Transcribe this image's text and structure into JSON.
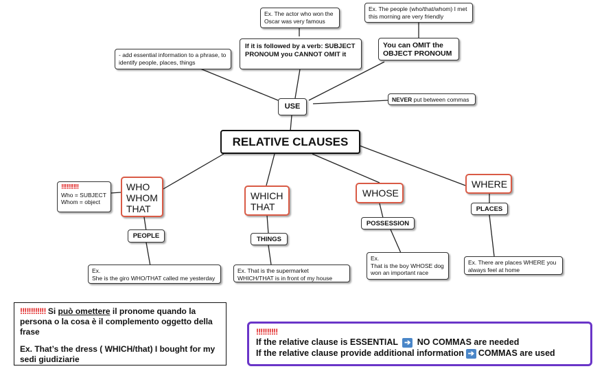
{
  "center": {
    "title": "RELATIVE CLAUSES"
  },
  "use": {
    "label": "USE",
    "essential_note": "- add essential information to a phrase, to identify people, places, things",
    "subject_rule": "If it is followed by a verb: SUBJECT PRONOUM you CANNOT OMIT it",
    "subject_example": "Ex. The actor who won the Oscar was very famous",
    "object_rule": "You can OMIT the OBJECT PRONOUM",
    "object_example": "Ex. The people (who/that/whom) I met this morning are very friendly",
    "never_bold": "NEVER",
    "never_rest": " put between commas"
  },
  "who": {
    "label": "WHO WHOM THAT",
    "marks": "‼‼‼‼‼",
    "note_line1": "Who = SUBJECT",
    "note_line2": "Whom = object",
    "category": "PEOPLE",
    "example_line1": "Ex.",
    "example_line2": "She is the giro WHO/THAT called me yesterday"
  },
  "which": {
    "label": "WHICH THAT",
    "category": "THINGS",
    "example": "Ex. That is the supermarket WHICH/THAT is in front of my house"
  },
  "whose": {
    "label": "WHOSE",
    "category": "POSSESSION",
    "example_line1": "Ex.",
    "example_line2": "That is the boy WHOSE dog won an important race"
  },
  "where": {
    "label": "WHERE",
    "category": "PLACES",
    "example": "Ex.  There are places WHERE you always feel at home"
  },
  "italian_note": {
    "marks": "‼‼‼‼‼‼",
    "text_before": " Si ",
    "text_underlined": "può omettere",
    "text_after": " il pronome quando la persona o la cosa è il complemento oggetto della frase",
    "example": "Ex. That’s the dress (  WHICH/that) I bought for my sedi giudiziarie"
  },
  "commas_note": {
    "marks": "‼‼‼‼‼",
    "line1_before": "If the relative clause is ESSENTIAL ",
    "line1_after": " NO COMMAS are needed",
    "line2_before": "If the relative clause provide additional information",
    "line2_after": "COMMAS are used",
    "arrow_icon": "right-arrow-icon",
    "border_color": "#6a35c8"
  },
  "colors": {
    "relative_border": "#d95a45",
    "marks": "#e02020",
    "arrow": "#4a86c8"
  }
}
